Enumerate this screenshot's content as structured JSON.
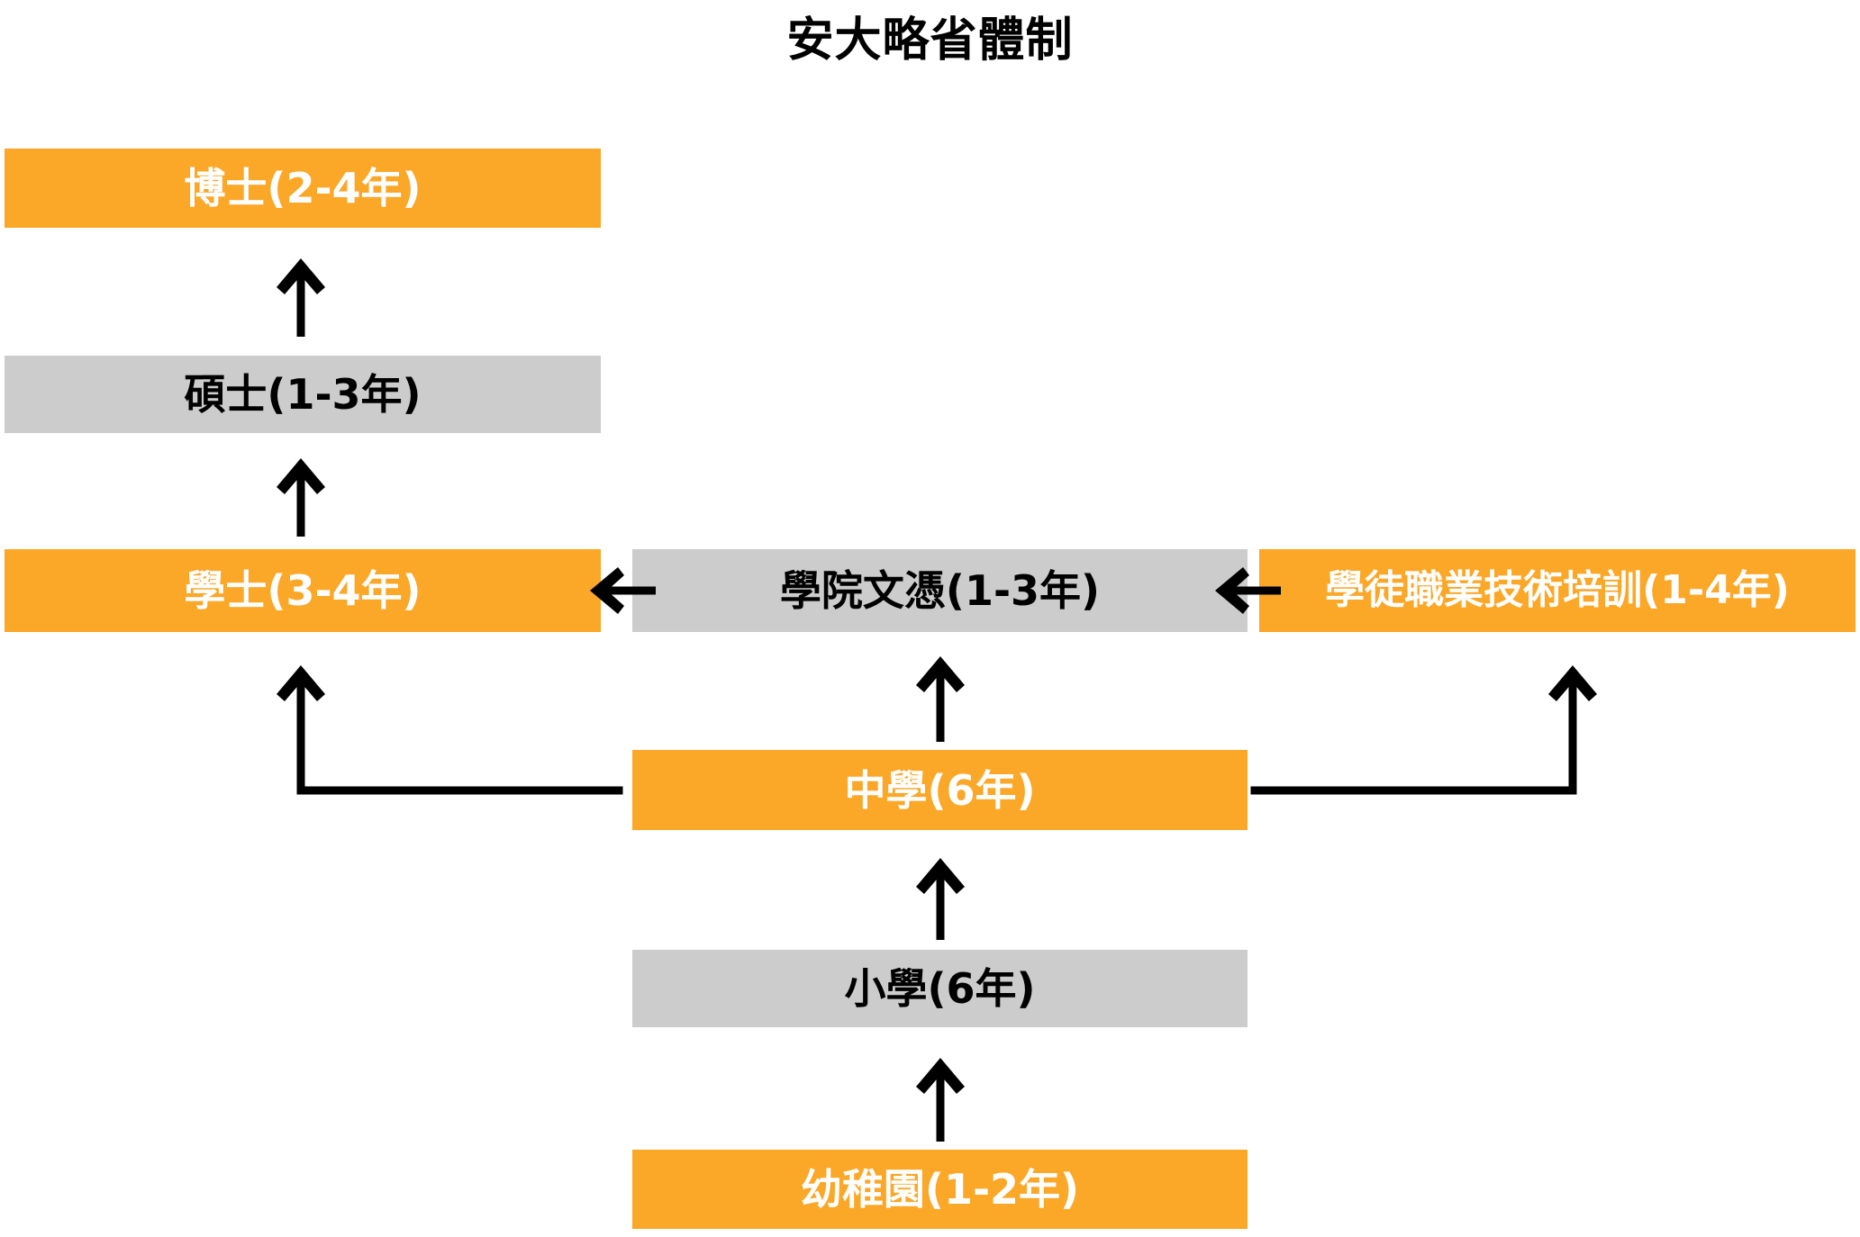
{
  "title": "安大略省體制",
  "colors": {
    "orange": "#FBA728",
    "gray": "#CCCCCC",
    "arrow": "#000000",
    "text_on_orange": "#FFFFFF",
    "text_on_gray": "#000000",
    "background": "#FFFFFF"
  },
  "chart_data": {
    "type": "diagram",
    "title": "安大略省體制",
    "nodes": [
      {
        "id": "doctorate",
        "label": "博士(2-4年)",
        "style": "orange",
        "column": "left",
        "level": 1
      },
      {
        "id": "masters",
        "label": "碩士(1-3年)",
        "style": "gray",
        "column": "left",
        "level": 2
      },
      {
        "id": "bachelors",
        "label": "學士(3-4年)",
        "style": "orange",
        "column": "left",
        "level": 3
      },
      {
        "id": "college",
        "label": "學院文憑(1-3年)",
        "style": "gray",
        "column": "center",
        "level": 3
      },
      {
        "id": "apprentice",
        "label": "學徒職業技術培訓(1-4年)",
        "style": "orange",
        "column": "right",
        "level": 3
      },
      {
        "id": "secondary",
        "label": "中學(6年)",
        "style": "orange",
        "column": "center",
        "level": 4
      },
      {
        "id": "primary",
        "label": "小學(6年)",
        "style": "gray",
        "column": "center",
        "level": 5
      },
      {
        "id": "kindergarten",
        "label": "幼稚園(1-2年)",
        "style": "orange",
        "column": "center",
        "level": 6
      }
    ],
    "edges": [
      {
        "from": "masters",
        "to": "doctorate",
        "shape": "straight-up"
      },
      {
        "from": "bachelors",
        "to": "masters",
        "shape": "straight-up"
      },
      {
        "from": "college",
        "to": "bachelors",
        "shape": "straight-left"
      },
      {
        "from": "apprentice",
        "to": "college",
        "shape": "straight-left"
      },
      {
        "from": "secondary",
        "to": "college",
        "shape": "straight-up"
      },
      {
        "from": "secondary",
        "to": "bachelors",
        "shape": "elbow-left-up"
      },
      {
        "from": "secondary",
        "to": "apprentice",
        "shape": "elbow-right-up"
      },
      {
        "from": "primary",
        "to": "secondary",
        "shape": "straight-up"
      },
      {
        "from": "kindergarten",
        "to": "primary",
        "shape": "straight-up"
      }
    ]
  }
}
